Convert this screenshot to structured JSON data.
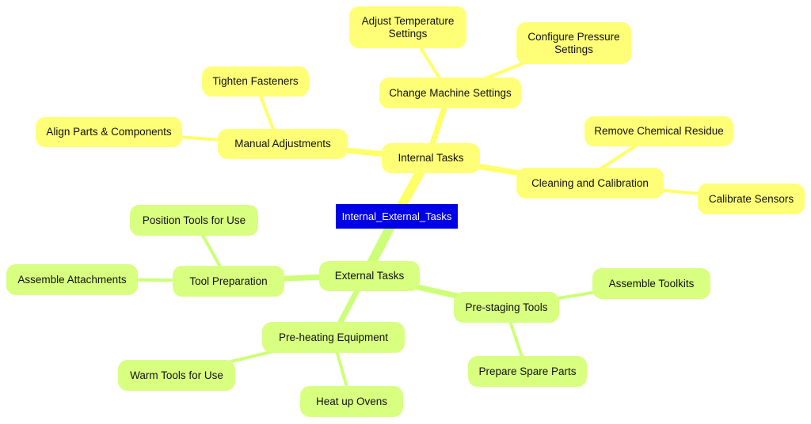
{
  "mindmap": {
    "root": "Internal_External_Tasks",
    "internal": {
      "label": "Internal Tasks",
      "change_settings": "Change Machine Settings",
      "adjust_temperature": "Adjust Temperature Settings",
      "configure_pressure": "Configure Pressure Settings",
      "manual_adjustments": "Manual Adjustments",
      "tighten_fasteners": "Tighten Fasteners",
      "align_parts": "Align Parts & Components",
      "cleaning_calibration": "Cleaning and Calibration",
      "remove_residue": "Remove Chemical Residue",
      "calibrate_sensors": "Calibrate Sensors"
    },
    "external": {
      "label": "External Tasks",
      "tool_preparation": "Tool Preparation",
      "position_tools": "Position Tools for Use",
      "assemble_attachments": "Assemble Attachments",
      "preheating": "Pre-heating Equipment",
      "warm_tools": "Warm Tools for Use",
      "heat_ovens": "Heat up Ovens",
      "prestaging": "Pre-staging Tools",
      "assemble_toolkits": "Assemble Toolkits",
      "prepare_spare_parts": "Prepare Spare Parts"
    },
    "colors": {
      "internal_fill": "#ffff77",
      "internal_edge": "#ffff66",
      "external_fill": "#d8ff80",
      "external_edge": "#ccff77",
      "root_fill": "#0000e6",
      "root_text": "#ffffff"
    }
  }
}
